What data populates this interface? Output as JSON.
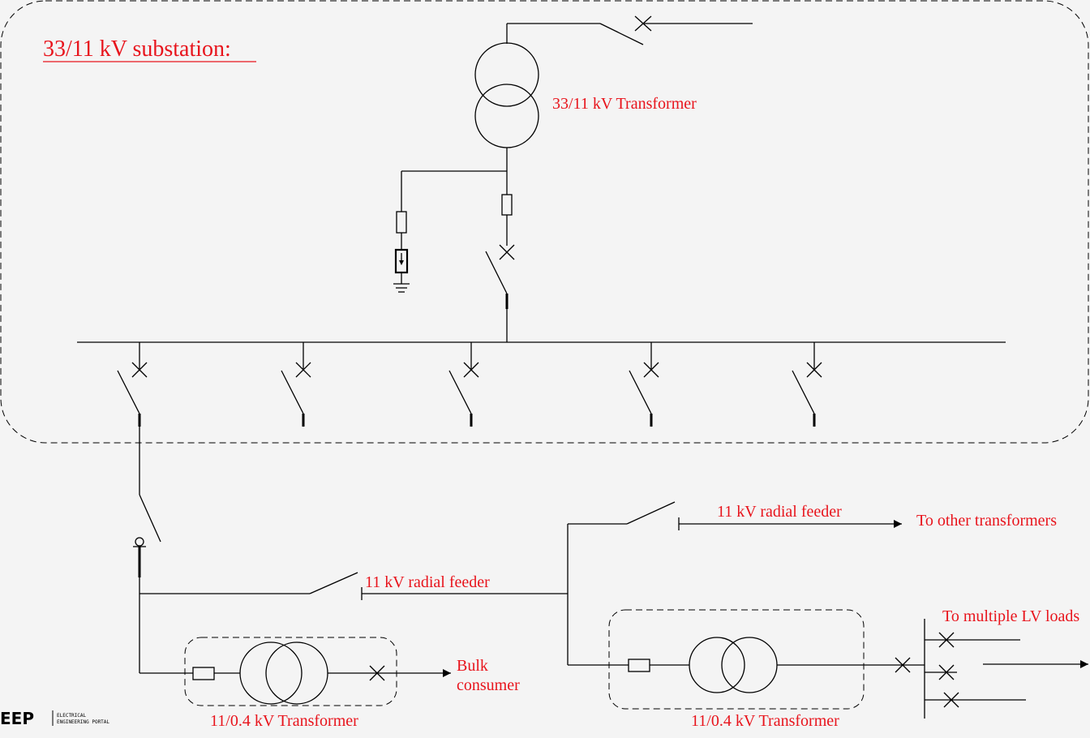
{
  "diagram": {
    "title": "33/11 kV substation:",
    "main_transformer_label": "33/11 kV  Transformer",
    "feeder_label_1": "11 kV radial feeder",
    "feeder_label_2": "11 kV radial feeder",
    "to_other_transformers": "To other transformers",
    "to_lv_loads": "To multiple LV loads",
    "bulk_consumer_line1": "Bulk",
    "bulk_consumer_line2": "consumer",
    "dist_transformer_label_1": "11/0.4 kV  Transformer",
    "dist_transformer_label_2": "11/0.4 kV  Transformer"
  },
  "logo": {
    "mark": "EEP",
    "line1": "ELECTRICAL",
    "line2": "ENGINEERING PORTAL"
  },
  "colors": {
    "label": "#e8141c",
    "lines": "#000000",
    "background": "#f4f4f4"
  }
}
